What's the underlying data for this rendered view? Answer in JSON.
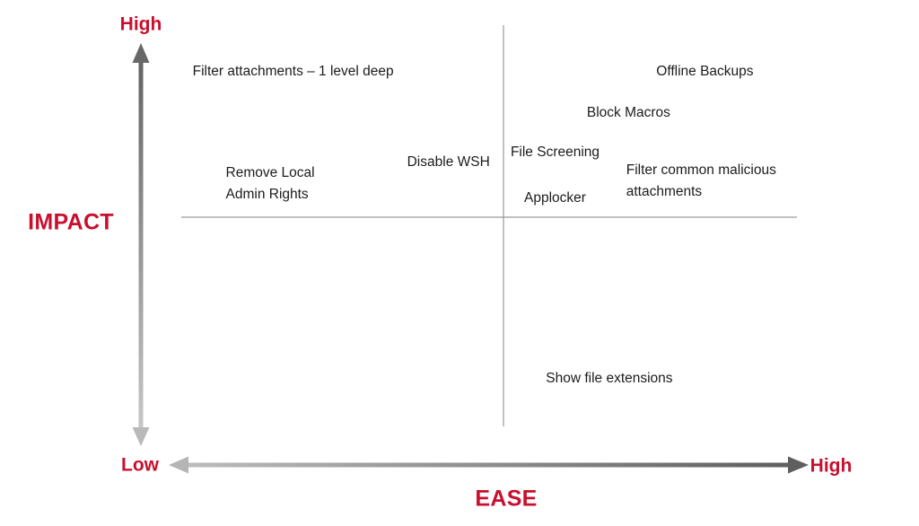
{
  "colors": {
    "accent_red": "#C8102E",
    "item_text": "#1C1C1C",
    "divider_gray": "#9A9A9A",
    "arrow_dark": "#5F5F5F",
    "arrow_light": "#BDBDBD"
  },
  "axes": {
    "impact": {
      "title": "IMPACT",
      "top_label": "High",
      "bottom_label": "Low"
    },
    "ease": {
      "title": "EASE",
      "right_label": "High"
    }
  },
  "chart_data": {
    "type": "scatter",
    "title": "",
    "xlabel": "EASE",
    "ylabel": "IMPACT",
    "x_axis": {
      "low_label": "Low",
      "high_label": "High"
    },
    "y_axis": {
      "low_label": "Low",
      "high_label": "High"
    },
    "grid": false,
    "divider_x_pct": 54.8,
    "divider_y_pct": 41.3,
    "items": [
      {
        "label": "Filter attachments – 1 level deep",
        "x_pct": 31.9,
        "y_pct": 13.7,
        "align": "center"
      },
      {
        "label": "Offline Backups",
        "x_pct": 76.7,
        "y_pct": 13.7,
        "align": "center"
      },
      {
        "label": "Block Macros",
        "x_pct": 68.4,
        "y_pct": 21.5,
        "align": "center"
      },
      {
        "label": "File Screening",
        "x_pct": 60.4,
        "y_pct": 29.0,
        "align": "center"
      },
      {
        "label": "Disable WSH",
        "x_pct": 48.8,
        "y_pct": 30.9,
        "align": "center"
      },
      {
        "label": "Remove Local\nAdmin Rights",
        "x_pct": 29.4,
        "y_pct": 35.0,
        "align": "left"
      },
      {
        "label": "Filter common malicious\nattachments",
        "x_pct": 76.3,
        "y_pct": 34.5,
        "align": "left"
      },
      {
        "label": "Applocker",
        "x_pct": 60.4,
        "y_pct": 37.7,
        "align": "center"
      },
      {
        "label": "Show file extensions",
        "x_pct": 66.3,
        "y_pct": 72.0,
        "align": "center"
      }
    ]
  }
}
